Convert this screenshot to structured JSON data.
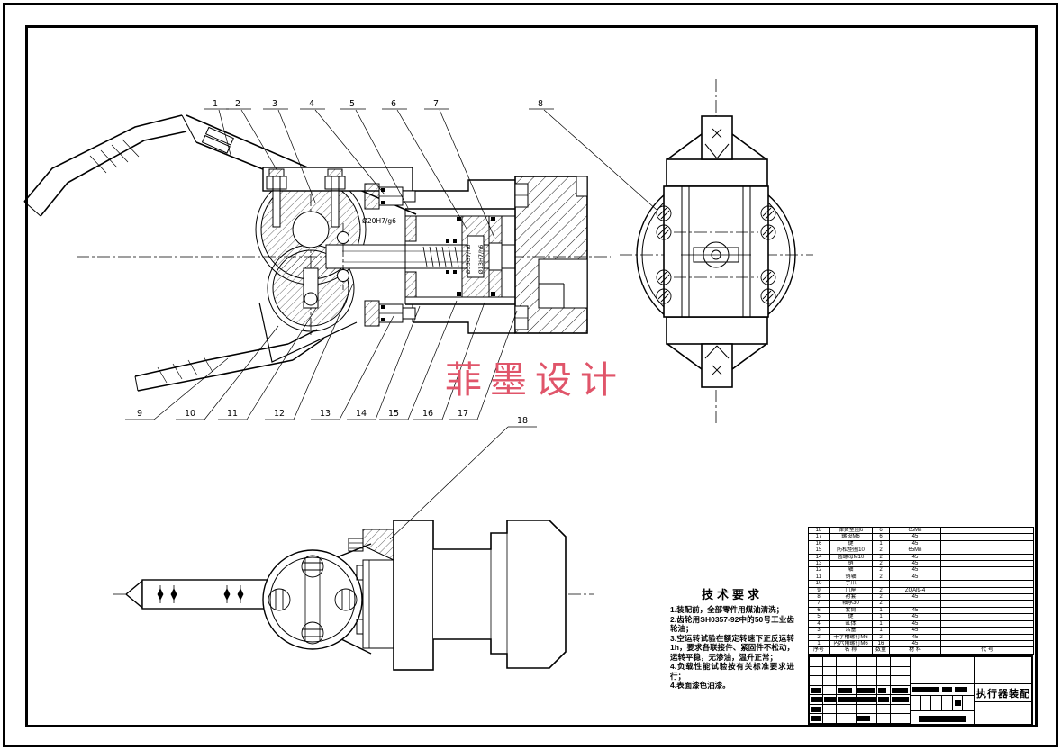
{
  "watermark": {
    "text": "菲墨设计",
    "color": "#e0556a"
  },
  "callouts": {
    "labels": [
      "1",
      "2",
      "3",
      "4",
      "5",
      "6",
      "7",
      "8",
      "9",
      "10",
      "11",
      "12",
      "13",
      "14",
      "15",
      "16",
      "17",
      "18"
    ]
  },
  "fit_labels": {
    "bore": "Ø20H7/g6",
    "piston": "Ø35G7/h6",
    "rod": "Ø13H7/h6"
  },
  "tech_requirements": {
    "title": "技术要求",
    "items": [
      "1.装配前，全部零件用煤油清洗；",
      "2.齿轮用SH0357-92中的50号工业齿轮油；",
      "3.空运转试验在额定转速下正反运转1h，要求各联接件、紧固件不松动，运转平稳，无渗油，温升正常；",
      "4.负载性能试验按有关标准要求进行；",
      "4.表面漆色油漆。"
    ]
  },
  "bom": {
    "headers": [
      "序号",
      "名  称",
      "数量",
      "材  料",
      "代  号"
    ],
    "rows": [
      {
        "no": "18",
        "name": "弹簧垫圈6",
        "qty": "6",
        "material": "65Mn",
        "code": ""
      },
      {
        "no": "17",
        "name": "螺母M6",
        "qty": "6",
        "material": "45",
        "code": ""
      },
      {
        "no": "16",
        "name": "键",
        "qty": "1",
        "material": "45",
        "code": ""
      },
      {
        "no": "15",
        "name": "防松垫圈10",
        "qty": "2",
        "material": "65Mn",
        "code": ""
      },
      {
        "no": "14",
        "name": "圆螺母M10",
        "qty": "2",
        "material": "45",
        "code": ""
      },
      {
        "no": "13",
        "name": "销",
        "qty": "2",
        "material": "45",
        "code": ""
      },
      {
        "no": "12",
        "name": "轴",
        "qty": "2",
        "material": "45",
        "code": ""
      },
      {
        "no": "11",
        "name": "销轴",
        "qty": "2",
        "material": "45",
        "code": ""
      },
      {
        "no": "10",
        "name": "手爪",
        "qty": "",
        "material": "",
        "code": ""
      },
      {
        "no": "9",
        "name": "爪座",
        "qty": "2",
        "material": "ZQAl9-4",
        "code": ""
      },
      {
        "no": "8",
        "name": "衬套",
        "qty": "2",
        "material": "45",
        "code": ""
      },
      {
        "no": "7",
        "name": "轴承30",
        "qty": "2",
        "material": "",
        "code": ""
      },
      {
        "no": "6",
        "name": "套筒",
        "qty": "1",
        "material": "45",
        "code": ""
      },
      {
        "no": "5",
        "name": "键",
        "qty": "1",
        "material": "45",
        "code": ""
      },
      {
        "no": "4",
        "name": "缸体",
        "qty": "1",
        "material": "45",
        "code": ""
      },
      {
        "no": "3",
        "name": "活塞",
        "qty": "1",
        "material": "45",
        "code": ""
      },
      {
        "no": "2",
        "name": "十字槽螺钉M6",
        "qty": "2",
        "material": "45",
        "code": ""
      },
      {
        "no": "1",
        "name": "内六角螺钉M6",
        "qty": "16",
        "material": "45",
        "code": ""
      }
    ]
  },
  "title_block": {
    "title": "执行器装配"
  }
}
